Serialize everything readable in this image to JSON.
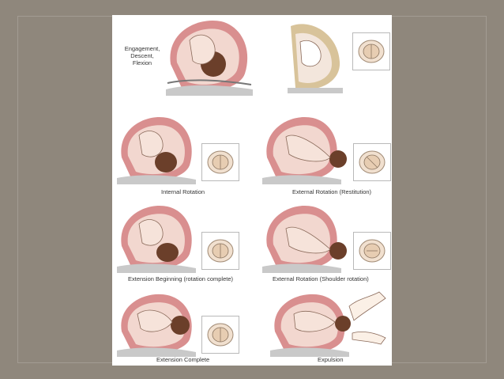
{
  "stages": [
    {
      "label_lines": [
        "Engagement,",
        "Descent,",
        "Flexion"
      ]
    },
    {
      "label": ""
    },
    {
      "label": "Internal Rotation"
    },
    {
      "label": "External Rotation (Restitution)"
    },
    {
      "label": "Extension Beginning (rotation complete)"
    },
    {
      "label": "External Rotation (Shoulder rotation)"
    },
    {
      "label": "Extension Complete"
    },
    {
      "label": "Expulsion"
    }
  ]
}
